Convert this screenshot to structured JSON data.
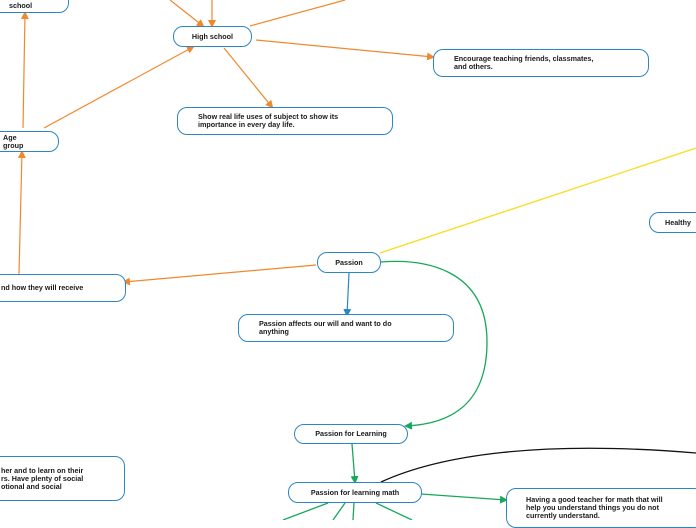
{
  "nodes": {
    "middle_school": "Middle school",
    "high_school": "High school",
    "encourage_teaching": "Encourage teaching friends, classmates,\nand others.",
    "real_life_uses": "Show real life uses of subject to show its\nimportance in every day life.",
    "age_group": "Age group",
    "healthy": "Healthy",
    "passion": "Passion",
    "receive": "nd how they will receive",
    "passion_affects": "Passion affects our will and want to do\nanything",
    "passion_for_learning": "Passion for Learning",
    "peers_social": "her and to learn on their\nrs. Have plenty of social\notional and social",
    "passion_for_learning_math": "Passion for learning math",
    "good_teacher_math": "Having a good teacher for math that will\nhelp you understand things you do not\ncurrently understand."
  },
  "colors": {
    "node_border": "#2e86c1",
    "orange_branch": "#f0892d",
    "yellow_branch": "#f7df2b",
    "green_branch": "#17a85a",
    "blue_branch": "#2e86c1",
    "black_branch": "#111111"
  }
}
